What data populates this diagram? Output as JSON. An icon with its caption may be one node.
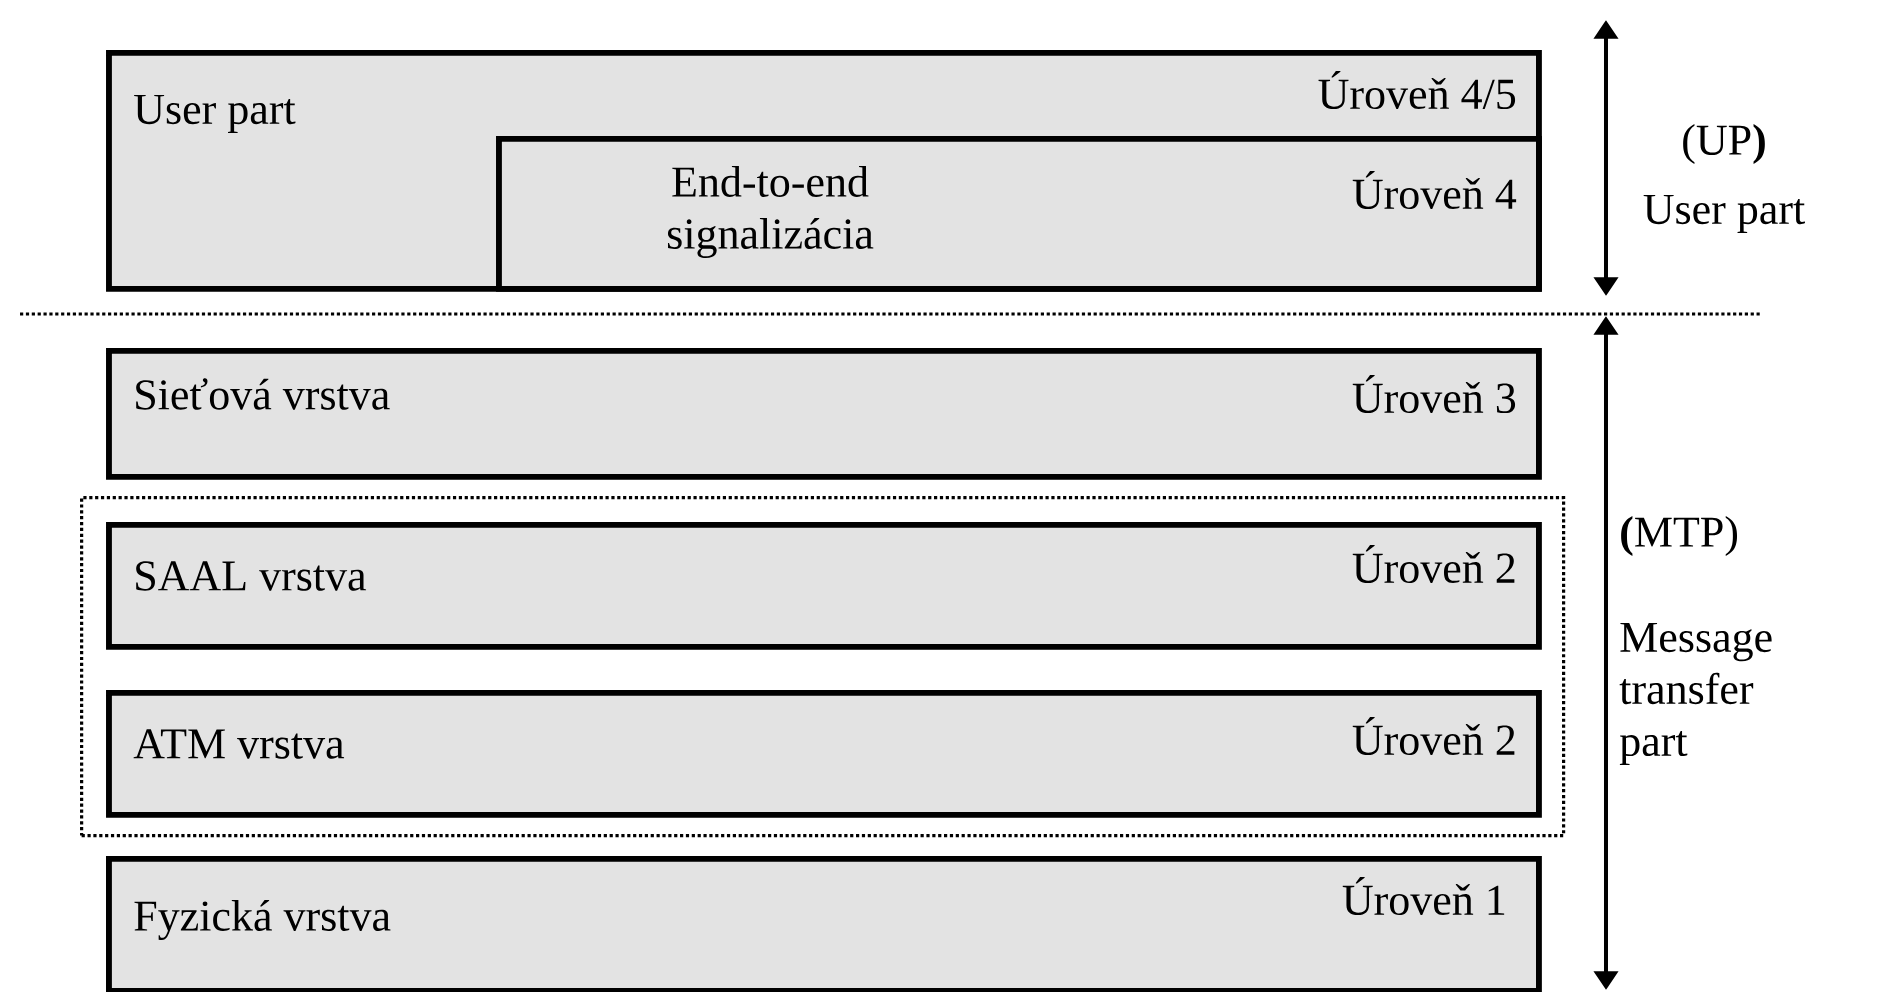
{
  "diagram": {
    "nodes": [
      {
        "text": [
          "User part",
          "Úroveň 4/5"
        ]
      },
      {
        "text": [
          "End-to-end signalizácia",
          "Úroveň 4"
        ],
        "in": 0
      },
      {
        "text": [
          "Sieťová vrstva",
          "Úroveň 3"
        ]
      },
      {
        "text": [],
        "shape": "box"
      },
      {
        "text": [
          "SAAL vrstva",
          "Úroveň 2"
        ],
        "in": 3
      },
      {
        "text": [
          "ATM vrstva",
          "Úroveň 2"
        ],
        "in": 3
      },
      {
        "text": [
          "Fyzická vrstva",
          "Úroveň 1"
        ]
      }
    ],
    "edges": [],
    "labels": [
      "(UP**)**",
      "User part",
      "**(**MTP)",
      "Message transfer part"
    ]
  }
}
